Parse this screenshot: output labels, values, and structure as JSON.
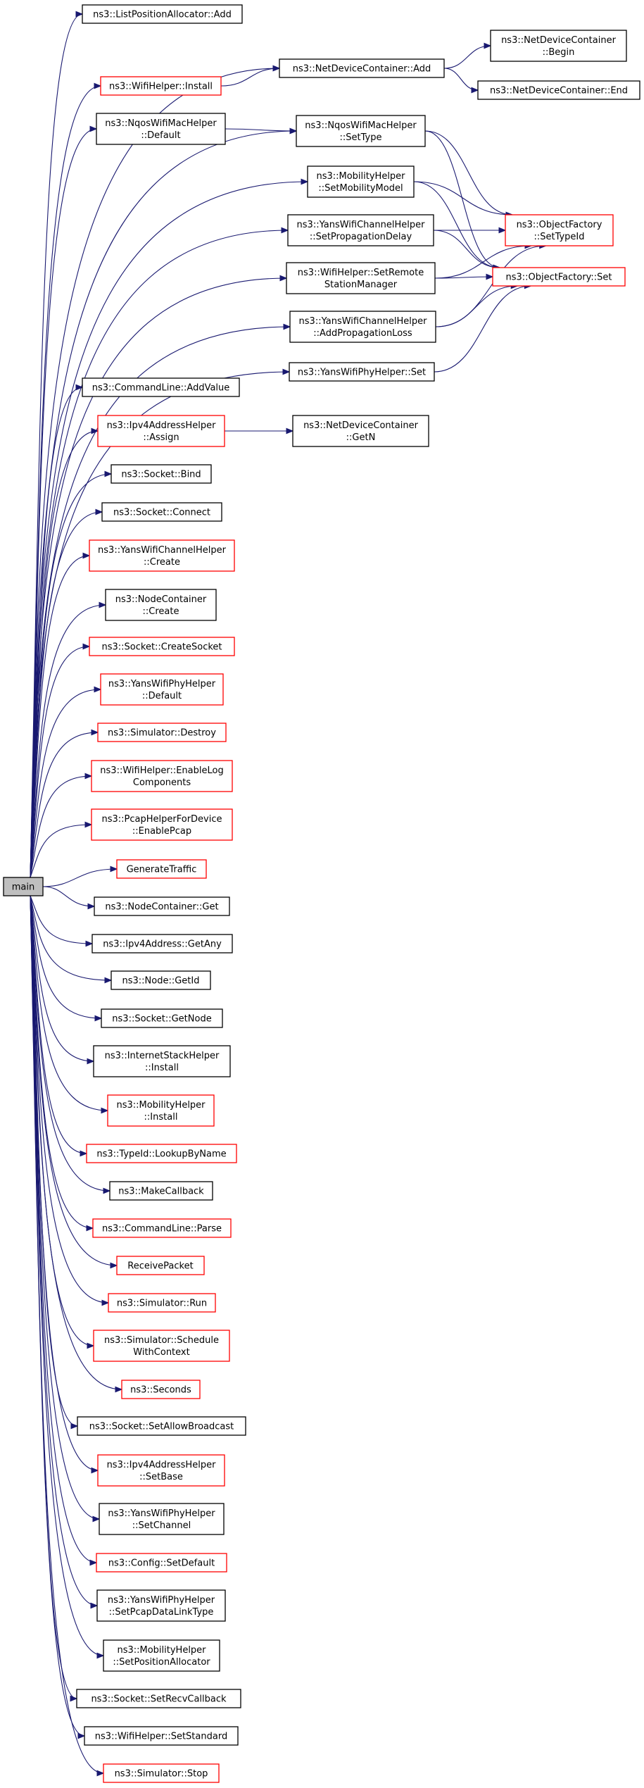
{
  "diagram": {
    "root": {
      "id": "main",
      "label": [
        "main"
      ]
    },
    "nodes": [
      {
        "id": "n_lpa_add",
        "label": [
          "ns3::ListPositionAllocator::Add"
        ],
        "style": "black"
      },
      {
        "id": "n_ndc_add",
        "label": [
          "ns3::NetDeviceContainer::Add"
        ],
        "style": "black"
      },
      {
        "id": "n_ndc_begin",
        "label": [
          "ns3::NetDeviceContainer",
          "::Begin"
        ],
        "style": "black"
      },
      {
        "id": "n_ndc_end",
        "label": [
          "ns3::NetDeviceContainer::End"
        ],
        "style": "black"
      },
      {
        "id": "n_wifi_install",
        "label": [
          "ns3::WifiHelper::Install"
        ],
        "style": "red"
      },
      {
        "id": "n_nqos_default",
        "label": [
          "ns3::NqosWifiMacHelper",
          "::Default"
        ],
        "style": "black"
      },
      {
        "id": "n_nqos_settype",
        "label": [
          "ns3::NqosWifiMacHelper",
          "::SetType"
        ],
        "style": "black"
      },
      {
        "id": "n_mob_setmodel",
        "label": [
          "ns3::MobilityHelper",
          "::SetMobilityModel"
        ],
        "style": "black"
      },
      {
        "id": "n_of_settypeid",
        "label": [
          "ns3::ObjectFactory",
          "::SetTypeId"
        ],
        "style": "red"
      },
      {
        "id": "n_ywc_setprop",
        "label": [
          "ns3::YansWifiChannelHelper",
          "::SetPropagationDelay"
        ],
        "style": "black"
      },
      {
        "id": "n_of_set",
        "label": [
          "ns3::ObjectFactory::Set"
        ],
        "style": "red"
      },
      {
        "id": "n_wifi_setremote",
        "label": [
          "ns3::WifiHelper::SetRemote",
          "StationManager"
        ],
        "style": "black"
      },
      {
        "id": "n_ywc_addprop",
        "label": [
          "ns3::YansWifiChannelHelper",
          "::AddPropagationLoss"
        ],
        "style": "black"
      },
      {
        "id": "n_ywp_set",
        "label": [
          "ns3::YansWifiPhyHelper::Set"
        ],
        "style": "black"
      },
      {
        "id": "n_cmd_addvalue",
        "label": [
          "ns3::CommandLine::AddValue"
        ],
        "style": "black"
      },
      {
        "id": "n_ipv4_assign",
        "label": [
          "ns3::Ipv4AddressHelper",
          "::Assign"
        ],
        "style": "red"
      },
      {
        "id": "n_ndc_getn",
        "label": [
          "ns3::NetDeviceContainer",
          "::GetN"
        ],
        "style": "black"
      },
      {
        "id": "n_sock_bind",
        "label": [
          "ns3::Socket::Bind"
        ],
        "style": "black"
      },
      {
        "id": "n_sock_connect",
        "label": [
          "ns3::Socket::Connect"
        ],
        "style": "black"
      },
      {
        "id": "n_ywc_create",
        "label": [
          "ns3::YansWifiChannelHelper",
          "::Create"
        ],
        "style": "red"
      },
      {
        "id": "n_nc_create",
        "label": [
          "ns3::NodeContainer",
          "::Create"
        ],
        "style": "black"
      },
      {
        "id": "n_sock_createsocket",
        "label": [
          "ns3::Socket::CreateSocket"
        ],
        "style": "red"
      },
      {
        "id": "n_ywp_default",
        "label": [
          "ns3::YansWifiPhyHelper",
          "::Default"
        ],
        "style": "red"
      },
      {
        "id": "n_sim_destroy",
        "label": [
          "ns3::Simulator::Destroy"
        ],
        "style": "red"
      },
      {
        "id": "n_wifi_enablelog",
        "label": [
          "ns3::WifiHelper::EnableLog",
          "Components"
        ],
        "style": "red"
      },
      {
        "id": "n_pcap_enable",
        "label": [
          "ns3::PcapHelperForDevice",
          "::EnablePcap"
        ],
        "style": "red"
      },
      {
        "id": "n_gentraffic",
        "label": [
          "GenerateTraffic"
        ],
        "style": "red"
      },
      {
        "id": "n_nc_get",
        "label": [
          "ns3::NodeContainer::Get"
        ],
        "style": "black"
      },
      {
        "id": "n_ipv4addr_getany",
        "label": [
          "ns3::Ipv4Address::GetAny"
        ],
        "style": "black"
      },
      {
        "id": "n_node_getid",
        "label": [
          "ns3::Node::GetId"
        ],
        "style": "black"
      },
      {
        "id": "n_sock_getnode",
        "label": [
          "ns3::Socket::GetNode"
        ],
        "style": "black"
      },
      {
        "id": "n_ish_install",
        "label": [
          "ns3::InternetStackHelper",
          "::Install"
        ],
        "style": "black"
      },
      {
        "id": "n_mob_install",
        "label": [
          "ns3::MobilityHelper",
          "::Install"
        ],
        "style": "red"
      },
      {
        "id": "n_typeid_lookup",
        "label": [
          "ns3::TypeId::LookupByName"
        ],
        "style": "red"
      },
      {
        "id": "n_makecallback",
        "label": [
          "ns3::MakeCallback"
        ],
        "style": "black"
      },
      {
        "id": "n_cmd_parse",
        "label": [
          "ns3::CommandLine::Parse"
        ],
        "style": "red"
      },
      {
        "id": "n_recvpacket",
        "label": [
          "ReceivePacket"
        ],
        "style": "red"
      },
      {
        "id": "n_sim_run",
        "label": [
          "ns3::Simulator::Run"
        ],
        "style": "red"
      },
      {
        "id": "n_sim_schedule",
        "label": [
          "ns3::Simulator::Schedule",
          "WithContext"
        ],
        "style": "red"
      },
      {
        "id": "n_seconds",
        "label": [
          "ns3::Seconds"
        ],
        "style": "red"
      },
      {
        "id": "n_sock_setallowbc",
        "label": [
          "ns3::Socket::SetAllowBroadcast"
        ],
        "style": "black"
      },
      {
        "id": "n_ipv4_setbase",
        "label": [
          "ns3::Ipv4AddressHelper",
          "::SetBase"
        ],
        "style": "red"
      },
      {
        "id": "n_ywp_setchannel",
        "label": [
          "ns3::YansWifiPhyHelper",
          "::SetChannel"
        ],
        "style": "black"
      },
      {
        "id": "n_cfg_setdefault",
        "label": [
          "ns3::Config::SetDefault"
        ],
        "style": "red"
      },
      {
        "id": "n_ywp_setpcap",
        "label": [
          "ns3::YansWifiPhyHelper",
          "::SetPcapDataLinkType"
        ],
        "style": "black"
      },
      {
        "id": "n_mob_setposalloc",
        "label": [
          "ns3::MobilityHelper",
          "::SetPositionAllocator"
        ],
        "style": "black"
      },
      {
        "id": "n_sock_setrecvcb",
        "label": [
          "ns3::Socket::SetRecvCallback"
        ],
        "style": "black"
      },
      {
        "id": "n_wifi_setstandard",
        "label": [
          "ns3::WifiHelper::SetStandard"
        ],
        "style": "black"
      },
      {
        "id": "n_sim_stop",
        "label": [
          "ns3::Simulator::Stop"
        ],
        "style": "red"
      }
    ],
    "edges": [
      [
        "main",
        "n_lpa_add"
      ],
      [
        "main",
        "n_ndc_add"
      ],
      [
        "main",
        "n_wifi_install"
      ],
      [
        "main",
        "n_nqos_default"
      ],
      [
        "main",
        "n_nqos_settype"
      ],
      [
        "main",
        "n_mob_setmodel"
      ],
      [
        "main",
        "n_ywc_setprop"
      ],
      [
        "main",
        "n_wifi_setremote"
      ],
      [
        "main",
        "n_ywc_addprop"
      ],
      [
        "main",
        "n_ywp_set"
      ],
      [
        "main",
        "n_cmd_addvalue"
      ],
      [
        "main",
        "n_ipv4_assign"
      ],
      [
        "main",
        "n_sock_bind"
      ],
      [
        "main",
        "n_sock_connect"
      ],
      [
        "main",
        "n_ywc_create"
      ],
      [
        "main",
        "n_nc_create"
      ],
      [
        "main",
        "n_sock_createsocket"
      ],
      [
        "main",
        "n_ywp_default"
      ],
      [
        "main",
        "n_sim_destroy"
      ],
      [
        "main",
        "n_wifi_enablelog"
      ],
      [
        "main",
        "n_pcap_enable"
      ],
      [
        "main",
        "n_gentraffic"
      ],
      [
        "main",
        "n_nc_get"
      ],
      [
        "main",
        "n_ipv4addr_getany"
      ],
      [
        "main",
        "n_node_getid"
      ],
      [
        "main",
        "n_sock_getnode"
      ],
      [
        "main",
        "n_ish_install"
      ],
      [
        "main",
        "n_mob_install"
      ],
      [
        "main",
        "n_typeid_lookup"
      ],
      [
        "main",
        "n_makecallback"
      ],
      [
        "main",
        "n_cmd_parse"
      ],
      [
        "main",
        "n_recvpacket"
      ],
      [
        "main",
        "n_sim_run"
      ],
      [
        "main",
        "n_sim_schedule"
      ],
      [
        "main",
        "n_seconds"
      ],
      [
        "main",
        "n_sock_setallowbc"
      ],
      [
        "main",
        "n_ipv4_setbase"
      ],
      [
        "main",
        "n_ywp_setchannel"
      ],
      [
        "main",
        "n_cfg_setdefault"
      ],
      [
        "main",
        "n_ywp_setpcap"
      ],
      [
        "main",
        "n_mob_setposalloc"
      ],
      [
        "main",
        "n_sock_setrecvcb"
      ],
      [
        "main",
        "n_wifi_setstandard"
      ],
      [
        "main",
        "n_sim_stop"
      ],
      [
        "n_wifi_install",
        "n_ndc_add"
      ],
      [
        "n_ndc_add",
        "n_ndc_begin"
      ],
      [
        "n_ndc_add",
        "n_ndc_end"
      ],
      [
        "n_nqos_default",
        "n_nqos_settype"
      ],
      [
        "n_nqos_settype",
        "n_of_settypeid"
      ],
      [
        "n_nqos_settype",
        "n_of_set"
      ],
      [
        "n_mob_setmodel",
        "n_of_settypeid"
      ],
      [
        "n_mob_setmodel",
        "n_of_set"
      ],
      [
        "n_ywc_setprop",
        "n_of_settypeid"
      ],
      [
        "n_ywc_setprop",
        "n_of_set"
      ],
      [
        "n_wifi_setremote",
        "n_of_settypeid"
      ],
      [
        "n_wifi_setremote",
        "n_of_set"
      ],
      [
        "n_ywc_addprop",
        "n_of_settypeid"
      ],
      [
        "n_ywc_addprop",
        "n_of_set"
      ],
      [
        "n_ywp_set",
        "n_of_set"
      ],
      [
        "n_ipv4_assign",
        "n_ndc_getn"
      ]
    ]
  }
}
